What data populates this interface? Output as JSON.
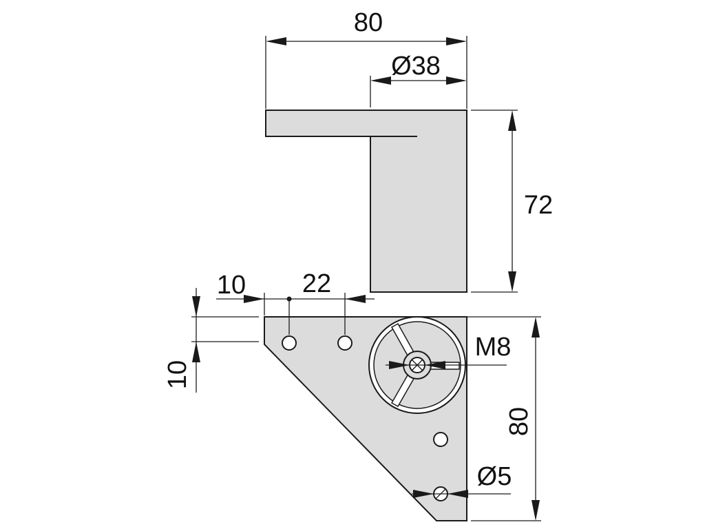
{
  "drawing": {
    "dimensions": {
      "top_width": "80",
      "cylinder_diameter": "Ø38",
      "height": "72",
      "hole_offset": "10",
      "hole_spacing": "22",
      "edge_offset": "10",
      "thread": "M8",
      "plate_length": "80",
      "hole_diameter": "Ø5"
    }
  }
}
